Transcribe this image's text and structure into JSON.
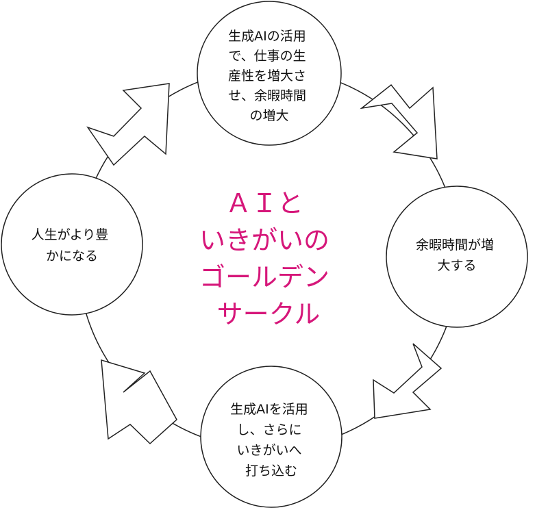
{
  "diagram": {
    "center_title_lines": [
      "ＡＩと",
      "いきがいの",
      "ゴールデン",
      "サークル"
    ],
    "nodes": [
      {
        "id": "top",
        "lines": [
          "生成AIの活用",
          "で、仕事の生",
          "産性を増大さ",
          "せ、余暇時間",
          "の増大"
        ]
      },
      {
        "id": "right",
        "lines": [
          "余暇時間が増",
          "大する"
        ]
      },
      {
        "id": "bottom",
        "lines": [
          "生成AIを活用",
          "し、さらに",
          "いきがいへ",
          "打ち込む"
        ]
      },
      {
        "id": "left",
        "lines": [
          "人生がより豊",
          "かになる"
        ]
      }
    ],
    "colors": {
      "title": "#d6177a",
      "stroke": "#222222",
      "fill": "#ffffff",
      "text": "#111111"
    }
  }
}
